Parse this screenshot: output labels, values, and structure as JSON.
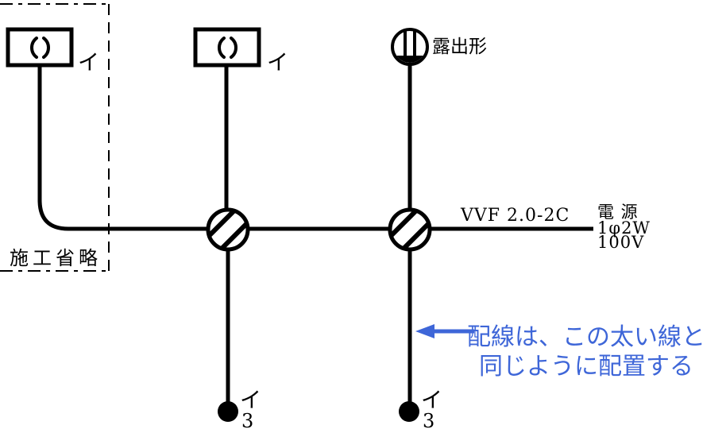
{
  "diagram": {
    "omission_label": "施工省略",
    "rosette_label": "露出形",
    "cable_label": "VVF 2.0-2C",
    "power": {
      "title": "電 源",
      "phase": "1φ2W",
      "voltage": "100V"
    },
    "light1_mark": "イ",
    "light2_mark": "イ",
    "switch1_mark": "イ",
    "switch1_ways": "3",
    "switch2_mark": "イ",
    "switch2_ways": "3",
    "annotation": {
      "line1": "配線は、この太い線と",
      "line2": "同じように配置する"
    }
  },
  "colors": {
    "wire_black": "#000000",
    "annotation_blue": "#3e66d8"
  }
}
